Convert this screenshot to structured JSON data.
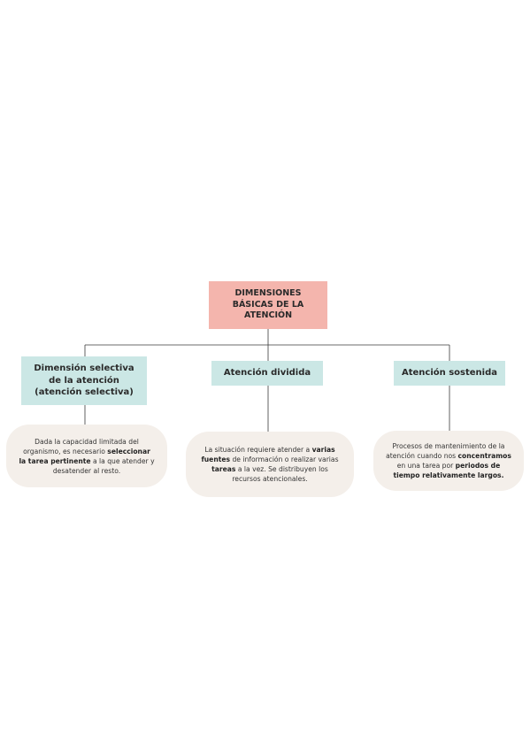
{
  "diagram": {
    "root": {
      "label": "DIMENSIONES BÁSICAS DE LA ATENCIÓN"
    },
    "categories": [
      {
        "label": "Dimensión selectiva de la atención (atención selectiva)",
        "description": [
          {
            "text": "Dada la capacidad limitada del organismo, es necesario ",
            "bold": false
          },
          {
            "text": "seleccionar la tarea pertinente",
            "bold": true
          },
          {
            "text": " a la que atender y desatender al resto.",
            "bold": false
          }
        ]
      },
      {
        "label": "Atención dividida",
        "description": [
          {
            "text": "La situación requiere atender a ",
            "bold": false
          },
          {
            "text": "varias fuentes",
            "bold": true
          },
          {
            "text": " de información o realizar varias ",
            "bold": false
          },
          {
            "text": "tareas",
            "bold": true
          },
          {
            "text": " a la vez. Se distribuyen los recursos atencionales.",
            "bold": false
          }
        ]
      },
      {
        "label": "Atención sostenida",
        "description": [
          {
            "text": "Procesos de mantenimiento de la atención cuando nos ",
            "bold": false
          },
          {
            "text": "concentramos",
            "bold": true
          },
          {
            "text": " en una tarea por ",
            "bold": false
          },
          {
            "text": "periodos de tiempo relativamente largos.",
            "bold": true
          }
        ]
      }
    ],
    "colors": {
      "root_fill": "#f4b5ad",
      "category_fill": "#cbe7e5",
      "description_fill": "#f4efea",
      "connector": "#3a3a3a"
    }
  }
}
